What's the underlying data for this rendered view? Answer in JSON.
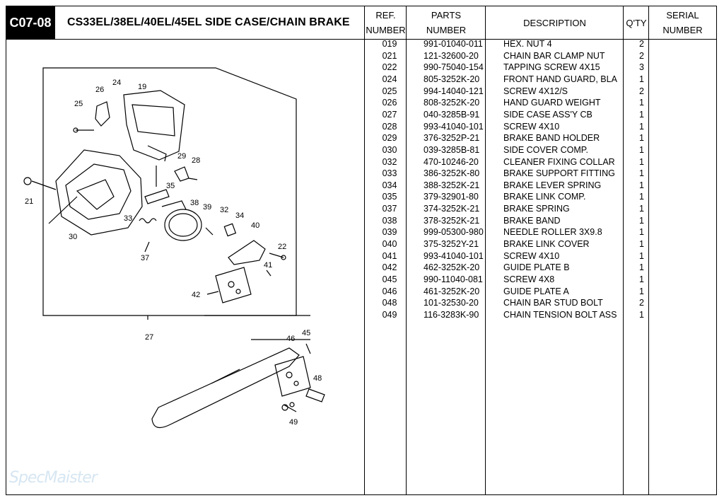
{
  "header": {
    "code": "C07-08",
    "title": "CS33EL/38EL/40EL/45EL  SIDE CASE/CHAIN BRAKE",
    "col_ref": [
      "REF.",
      "NUMBER"
    ],
    "col_parts": [
      "PARTS",
      "NUMBER"
    ],
    "col_desc": "DESCRIPTION",
    "col_qty": "Q'TY",
    "col_serial": [
      "SERIAL",
      "NUMBER"
    ]
  },
  "parts": [
    {
      "ref": "019",
      "part": "991-01040-011",
      "desc": "HEX. NUT 4",
      "qty": "2"
    },
    {
      "ref": "021",
      "part": "121-32600-20",
      "desc": "CHAIN BAR CLAMP NUT",
      "qty": "2"
    },
    {
      "ref": "022",
      "part": "990-75040-154",
      "desc": "TAPPING SCREW 4X15",
      "qty": "3"
    },
    {
      "ref": "024",
      "part": "805-3252K-20",
      "desc": "FRONT HAND GUARD, BLA",
      "qty": "1"
    },
    {
      "ref": "025",
      "part": "994-14040-121",
      "desc": "SCREW 4X12/S",
      "qty": "2"
    },
    {
      "ref": "026",
      "part": "808-3252K-20",
      "desc": "HAND GUARD WEIGHT",
      "qty": "1"
    },
    {
      "ref": "027",
      "part": "040-3285B-91",
      "desc": "SIDE CASE ASS'Y CB",
      "qty": "1"
    },
    {
      "ref": "028",
      "part": "993-41040-101",
      "desc": "SCREW 4X10",
      "qty": "1"
    },
    {
      "ref": "029",
      "part": "376-3252P-21",
      "desc": "BRAKE BAND HOLDER",
      "qty": "1"
    },
    {
      "ref": "030",
      "part": "039-3285B-81",
      "desc": "SIDE COVER COMP.",
      "qty": "1"
    },
    {
      "ref": "032",
      "part": "470-10246-20",
      "desc": "CLEANER FIXING COLLAR",
      "qty": "1"
    },
    {
      "ref": "033",
      "part": "386-3252K-80",
      "desc": "BRAKE SUPPORT FITTING",
      "qty": "1"
    },
    {
      "ref": "034",
      "part": "388-3252K-21",
      "desc": "BRAKE LEVER SPRING",
      "qty": "1"
    },
    {
      "ref": "035",
      "part": "379-32901-80",
      "desc": "BRAKE LINK COMP.",
      "qty": "1"
    },
    {
      "ref": "037",
      "part": "374-3252K-21",
      "desc": "BRAKE SPRING",
      "qty": "1"
    },
    {
      "ref": "038",
      "part": "378-3252K-21",
      "desc": "BRAKE BAND",
      "qty": "1"
    },
    {
      "ref": "039",
      "part": "999-05300-980",
      "desc": "NEEDLE ROLLER 3X9.8",
      "qty": "1"
    },
    {
      "ref": "040",
      "part": "375-3252Y-21",
      "desc": "BRAKE LINK COVER",
      "qty": "1"
    },
    {
      "ref": "041",
      "part": "993-41040-101",
      "desc": "SCREW 4X10",
      "qty": "1"
    },
    {
      "ref": "042",
      "part": "462-3252K-20",
      "desc": "GUIDE PLATE B",
      "qty": "1"
    },
    {
      "ref": "045",
      "part": "990-11040-081",
      "desc": "SCREW 4X8",
      "qty": "1"
    },
    {
      "ref": "046",
      "part": "461-3252K-20",
      "desc": "GUIDE PLATE A",
      "qty": "1"
    },
    {
      "ref": "048",
      "part": "101-32530-20",
      "desc": "CHAIN BAR STUD BOLT",
      "qty": "2"
    },
    {
      "ref": "049",
      "part": "116-3283K-90",
      "desc": "CHAIN TENSION BOLT ASS",
      "qty": "1"
    }
  ],
  "diagram": {
    "callouts": [
      "19",
      "24",
      "26",
      "25",
      "29",
      "28",
      "21",
      "35",
      "38",
      "39",
      "32",
      "34",
      "33",
      "40",
      "30",
      "22",
      "37",
      "41",
      "42",
      "27",
      "46",
      "45",
      "48",
      "49"
    ]
  },
  "watermark": "SpecMaister"
}
